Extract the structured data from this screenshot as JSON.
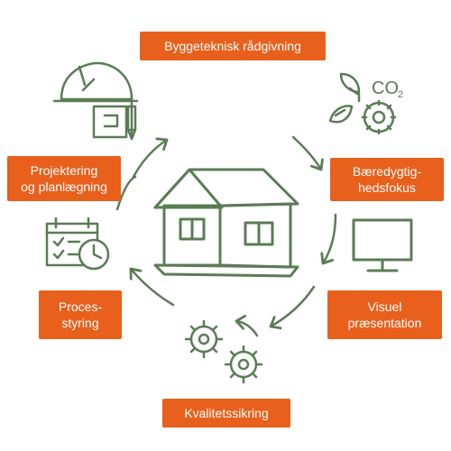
{
  "colors": {
    "accent": "#e8601c",
    "line": "#5a7c55",
    "label_text": "#ffffff"
  },
  "diagram": {
    "center_icon": "house-icon",
    "nodes": [
      {
        "id": "top",
        "label": "Byggeteknisk rådgivning",
        "icon": "helmet-blueprint-icon"
      },
      {
        "id": "right-top",
        "label_lines": [
          "Bæredygtig-",
          "hedsfokus"
        ],
        "icon": "co2-leaf-gear-icon",
        "icon_text": "CO₂"
      },
      {
        "id": "right-bottom",
        "label_lines": [
          "Visuel",
          "præsentation"
        ],
        "icon": "monitor-icon"
      },
      {
        "id": "bottom",
        "label": "Kvalitetssikring",
        "icon": "gears-icon"
      },
      {
        "id": "left-bottom",
        "label_lines": [
          "Proces-",
          "styring"
        ],
        "icon": "calendar-clock-icon"
      },
      {
        "id": "left-top",
        "label_lines": [
          "Projektering",
          "og planlægning"
        ],
        "icon": "helmet-blueprint-icon"
      }
    ]
  }
}
